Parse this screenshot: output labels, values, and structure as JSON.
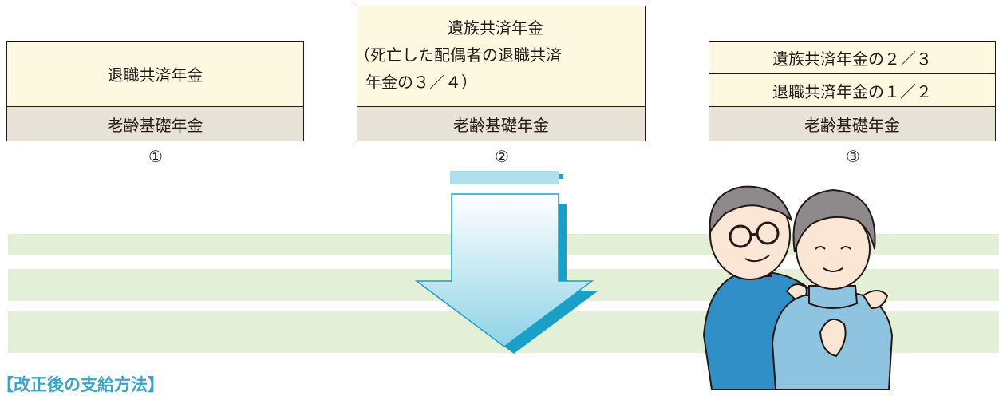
{
  "diagram1": {
    "upper": "退職共済年金",
    "lower": "老齢基礎年金",
    "number": "①"
  },
  "diagram2": {
    "upper_lines": [
      "遺族共済年金",
      "（死亡した配偶者の退職共済",
      "年金の３／４）"
    ],
    "lower": "老齢基礎年金",
    "number": "②"
  },
  "diagram3": {
    "top": "遺族共済年金の２／３",
    "middle": "退職共済年金の１／２",
    "lower": "老齢基礎年金",
    "number": "③"
  },
  "heading": "【改正後の支給方法】",
  "illustration": "elderly-couple-illustration",
  "colors": {
    "cream": "#fdf9e1",
    "grey": "#e6e3d6",
    "band": "#e3efd6",
    "arrow_fill": "#c9eaf1",
    "arrow_shadow": "#1a9fc6",
    "heading": "#3aa3c8",
    "man_sweater": "#2f8fc6",
    "woman_sweater": "#8fc4e0"
  }
}
